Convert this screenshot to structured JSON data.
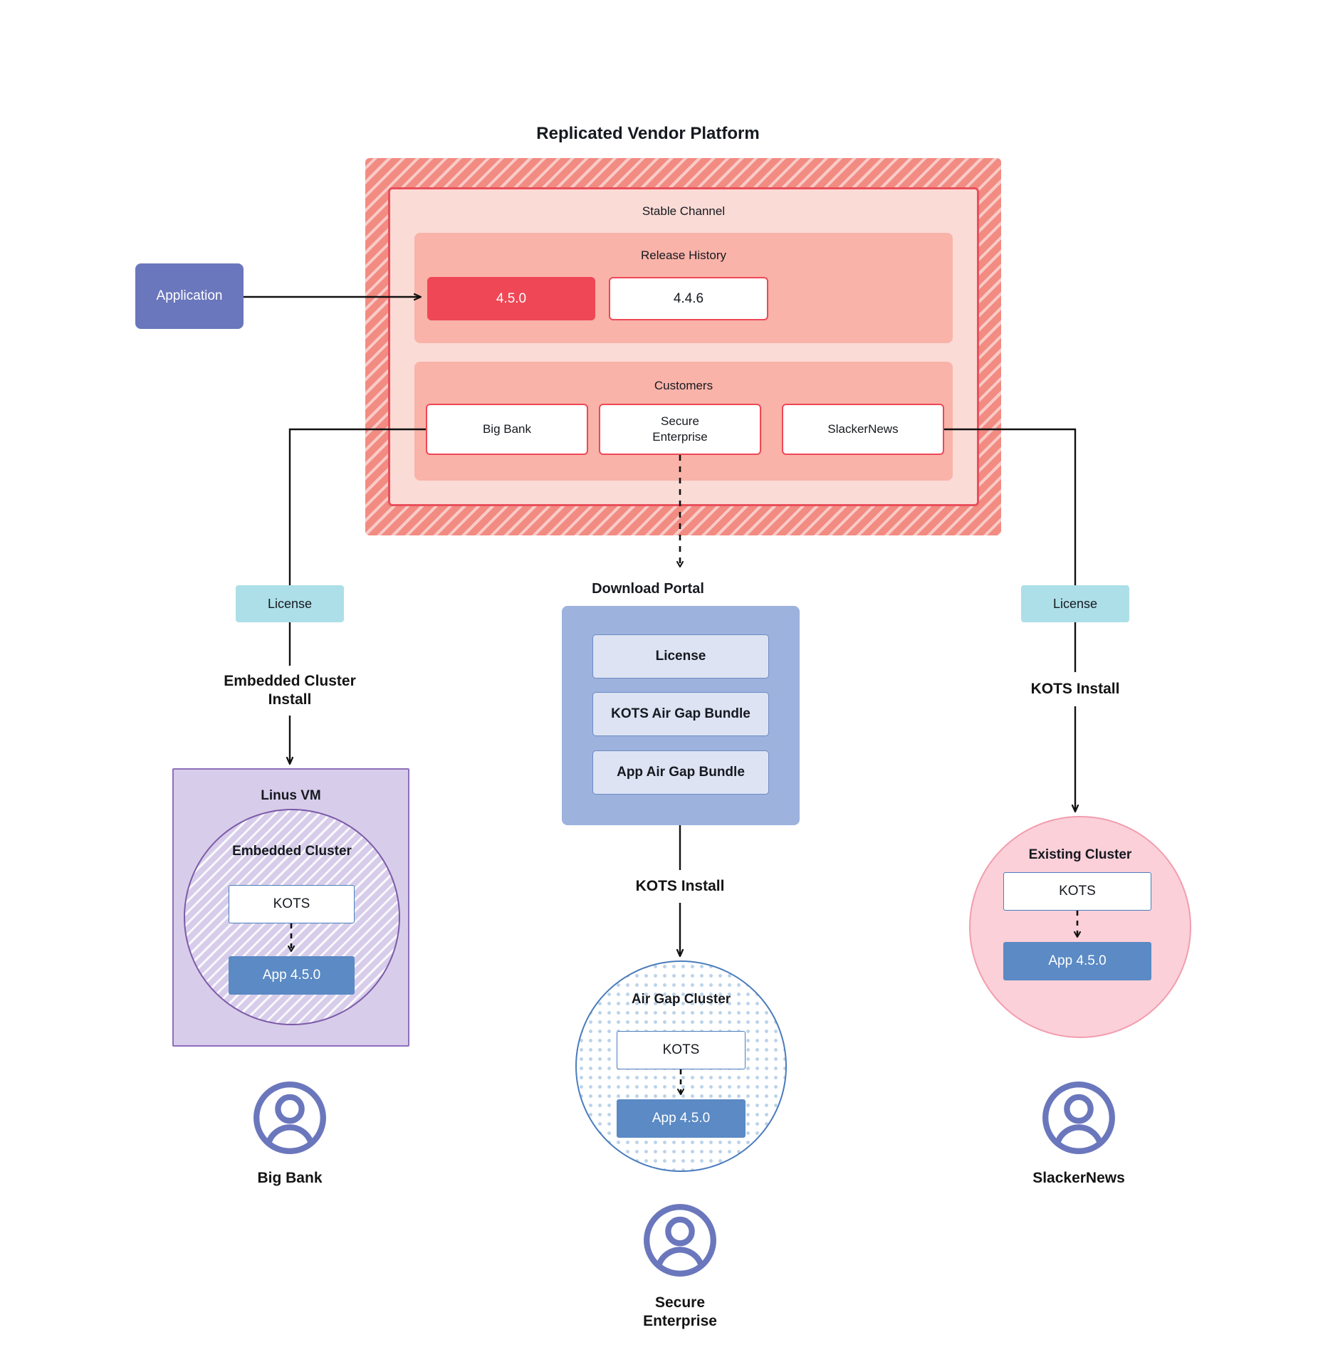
{
  "diagram": {
    "title": "Replicated Vendor Platform"
  },
  "application": {
    "label": "Application"
  },
  "platform": {
    "channel": {
      "title": "Stable Channel",
      "release_history": {
        "title": "Release History",
        "releases": [
          {
            "version": "4.5.0",
            "state": "current"
          },
          {
            "version": "4.4.6",
            "state": "previous"
          }
        ]
      },
      "customers_section": {
        "title": "Customers",
        "customers": [
          {
            "name": "Big Bank"
          },
          {
            "name": "Secure\nEnterprise"
          },
          {
            "name": "SlackerNews"
          }
        ]
      }
    }
  },
  "download_portal": {
    "title": "Download  Portal",
    "items": [
      {
        "label": "License"
      },
      {
        "label": "KOTS Air Gap Bundle"
      },
      {
        "label": "App Air Gap Bundle"
      }
    ]
  },
  "flows": {
    "left": {
      "license_label": "License",
      "install_label": "Embedded Cluster\nInstall"
    },
    "center": {
      "install_label": "KOTS Install"
    },
    "right": {
      "license_label": "License",
      "install_label": "KOTS Install"
    }
  },
  "targets": {
    "left": {
      "host_label": "Linus VM",
      "cluster_label": "Embedded Cluster",
      "kots_label": "KOTS",
      "app_label": "App 4.5.0",
      "customer_label": "Big Bank"
    },
    "center": {
      "cluster_label": "Air Gap Cluster",
      "kots_label": "KOTS",
      "app_label": "App 4.5.0",
      "customer_label": "Secure\nEnterprise"
    },
    "right": {
      "cluster_label": "Existing Cluster",
      "kots_label": "KOTS",
      "app_label": "App 4.5.0",
      "customer_label": "SlackerNews"
    }
  },
  "colors": {
    "platform_fill": "#f28b82",
    "channel_fill": "#fadbd6",
    "section_fill": "#f9b3a9",
    "release_current": "#ef4756",
    "accent_red": "#ef4756",
    "application_fill": "#6b77bc",
    "license_fill": "#addfe8",
    "portal_fill": "#9db2dd",
    "portal_item_fill": "#dde3f3",
    "vm_fill": "#d7cdea",
    "vm_border": "#7d5aa8",
    "airgap_border": "#4a7cbb",
    "existing_fill": "#fbd0d9",
    "existing_border": "#f29dae",
    "kots_border": "#4a7cbb",
    "app_fill": "#5b8ac4",
    "avatar": "#6b77bc",
    "line": "#111111"
  }
}
